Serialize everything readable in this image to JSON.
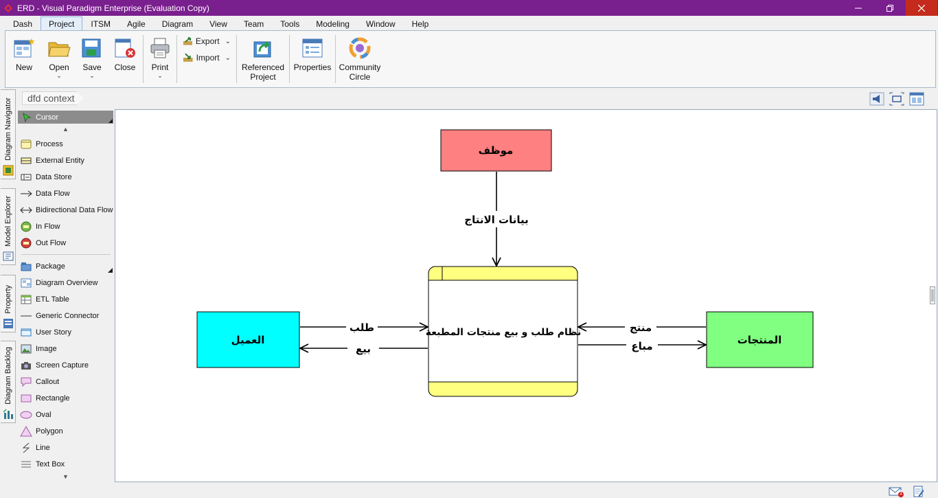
{
  "window": {
    "title": "ERD - Visual Paradigm Enterprise (Evaluation Copy)"
  },
  "menu": {
    "tabs": [
      "Dash",
      "Project",
      "ITSM",
      "Agile",
      "Diagram",
      "View",
      "Team",
      "Tools",
      "Modeling",
      "Window",
      "Help"
    ],
    "active": "Project"
  },
  "ribbon": {
    "new": "New",
    "open": "Open",
    "save": "Save",
    "close": "Close",
    "print": "Print",
    "export": "Export",
    "import": "Import",
    "referenced_line1": "Referenced",
    "referenced_line2": "Project",
    "properties": "Properties",
    "community_line1": "Community",
    "community_line2": "Circle"
  },
  "breadcrumb": "dfd context",
  "side_tabs": [
    "Diagram Navigator",
    "Model Explorer",
    "Property",
    "Diagram Backlog"
  ],
  "palette": {
    "cursor": "Cursor",
    "items": [
      {
        "label": "Process",
        "icon": "process-icon"
      },
      {
        "label": "External Entity",
        "icon": "external-entity-icon"
      },
      {
        "label": "Data Store",
        "icon": "data-store-icon"
      },
      {
        "label": "Data Flow",
        "icon": "data-flow-icon"
      },
      {
        "label": "Bidirectional Data Flow",
        "icon": "bidirectional-flow-icon"
      },
      {
        "label": "In Flow",
        "icon": "in-flow-icon"
      },
      {
        "label": "Out Flow",
        "icon": "out-flow-icon"
      },
      {
        "label": "Package",
        "icon": "package-icon"
      },
      {
        "label": "Diagram Overview",
        "icon": "diagram-overview-icon"
      },
      {
        "label": "ETL Table",
        "icon": "etl-table-icon"
      },
      {
        "label": "Generic Connector",
        "icon": "generic-connector-icon"
      },
      {
        "label": "User Story",
        "icon": "user-story-icon"
      },
      {
        "label": "Image",
        "icon": "image-icon"
      },
      {
        "label": "Screen Capture",
        "icon": "screen-capture-icon"
      },
      {
        "label": "Callout",
        "icon": "callout-icon"
      },
      {
        "label": "Rectangle",
        "icon": "rectangle-icon"
      },
      {
        "label": "Oval",
        "icon": "oval-icon"
      },
      {
        "label": "Polygon",
        "icon": "polygon-icon"
      },
      {
        "label": "Line",
        "icon": "line-icon"
      },
      {
        "label": "Text Box",
        "icon": "text-box-icon"
      }
    ]
  },
  "diagram": {
    "employee": "موظف",
    "production_data": "بيانات الانتاج",
    "process": "نظام طلب و بيع منتجات المطبعة",
    "customer": "العميل",
    "products": "المنتجات",
    "order": "طلب",
    "sale": "بيع",
    "product": "منتج",
    "sold": "مباع"
  },
  "colors": {
    "titlebar": "#7a1f8e",
    "employee_fill": "#ff8080",
    "customer_fill": "#00ffff",
    "products_fill": "#80ff80",
    "process_fill": "#ffff80"
  },
  "status": {
    "notification_count": "1"
  }
}
